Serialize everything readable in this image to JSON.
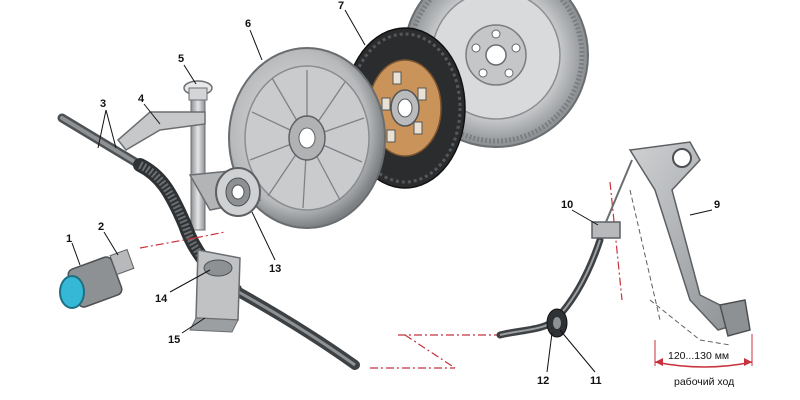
{
  "callouts": [
    {
      "id": "1",
      "text": "1"
    },
    {
      "id": "2",
      "text": "2"
    },
    {
      "id": "3",
      "text": "3"
    },
    {
      "id": "4",
      "text": "4"
    },
    {
      "id": "5",
      "text": "5"
    },
    {
      "id": "6",
      "text": "6"
    },
    {
      "id": "7",
      "text": "7"
    },
    {
      "id": "9",
      "text": "9"
    },
    {
      "id": "10",
      "text": "10"
    },
    {
      "id": "11",
      "text": "11"
    },
    {
      "id": "12",
      "text": "12"
    },
    {
      "id": "13",
      "text": "13"
    },
    {
      "id": "14",
      "text": "14"
    },
    {
      "id": "15",
      "text": "15"
    }
  ],
  "dimension": {
    "value": "120...130 мм",
    "caption": "рабочий ход"
  },
  "colors": {
    "metal_light": "#d9dadb",
    "metal_mid": "#a9abad",
    "metal_dark": "#5c5f62",
    "friction_lining": "#2a2b2d",
    "hub_orange": "#c9935a",
    "accent_cyan": "#34b8d6",
    "leader_red": "#c8323c"
  }
}
